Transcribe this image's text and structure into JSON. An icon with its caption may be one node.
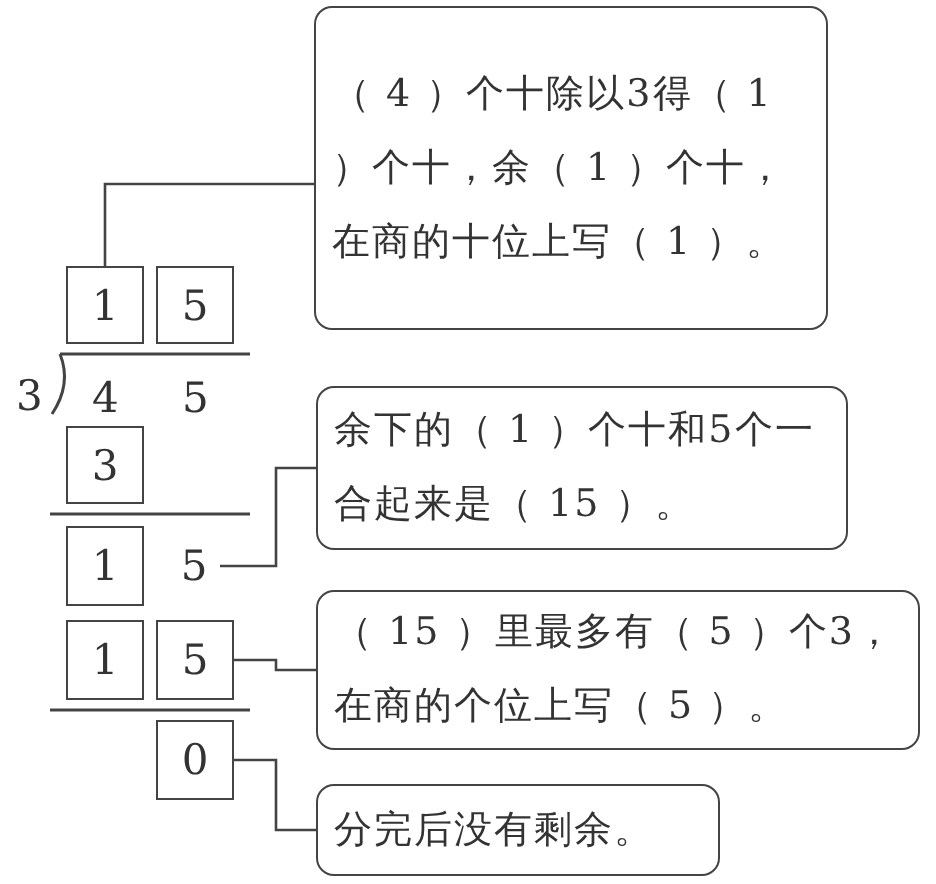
{
  "diagram": {
    "nodes": [
      {
        "text": [
          "（ 4 ）个十除以3得（ 1 ）个十，余（ 1 ）个十，在商的十位上写（ 1 ）。"
        ]
      },
      {
        "text": [
          "1"
        ]
      },
      {
        "text": [
          "5"
        ]
      },
      {
        "text": [
          "3"
        ]
      },
      {
        "text": [
          "余下的（ 1 ）个十和5个一合起来是（ 15 ）。"
        ]
      },
      {
        "text": [
          "1"
        ]
      },
      {
        "text": [
          "5"
        ]
      },
      {
        "text": [
          "（ 15 ）里最多有（ 5 ）个3，在商的个位上写（ 5 ）。"
        ]
      },
      {
        "text": [
          "1"
        ]
      },
      {
        "text": [
          "5"
        ]
      },
      {
        "text": [
          "0"
        ]
      },
      {
        "text": [
          "分完后没有剩余。"
        ]
      }
    ],
    "edges": [
      {
        "from": 1,
        "to": 0,
        "arrow": "none"
      },
      {
        "from": 6,
        "to": 4,
        "arrow": "none"
      },
      {
        "from": 9,
        "to": 7,
        "arrow": "none"
      },
      {
        "from": 10,
        "to": 11,
        "arrow": "none"
      }
    ],
    "labels": [
      "3",
      "4",
      "5"
    ]
  }
}
